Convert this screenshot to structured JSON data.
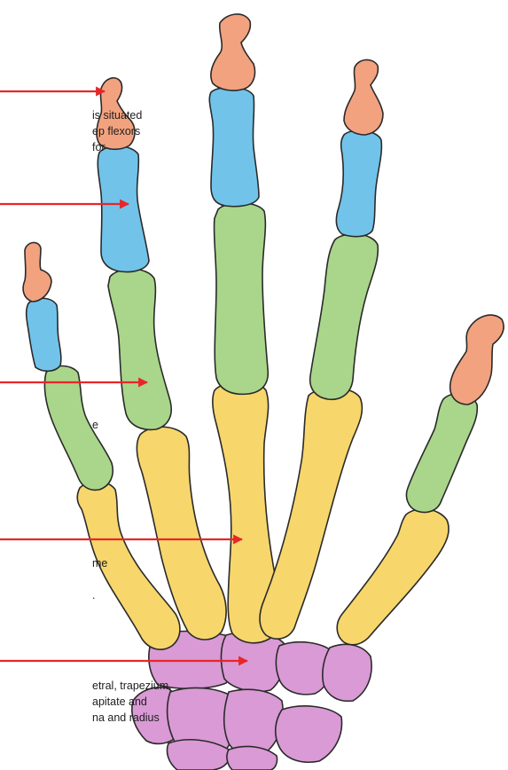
{
  "colors": {
    "distal": "#f2a27f",
    "middle": "#72c3ea",
    "proximal": "#a9d68a",
    "metacarpal": "#f7d66c",
    "carpal": "#d99ad5",
    "arrow": "#e8262a",
    "outline": "#2a2a2a"
  },
  "annotations": [
    {
      "lines": [
        "is situated",
        "ep flexors",
        "for"
      ]
    },
    {
      "lines": [
        "e"
      ]
    },
    {
      "lines": [
        "me",
        "",
        "."
      ]
    },
    {
      "lines": [
        "etral, trapezium,",
        "apitate and",
        "na and radius"
      ]
    }
  ]
}
